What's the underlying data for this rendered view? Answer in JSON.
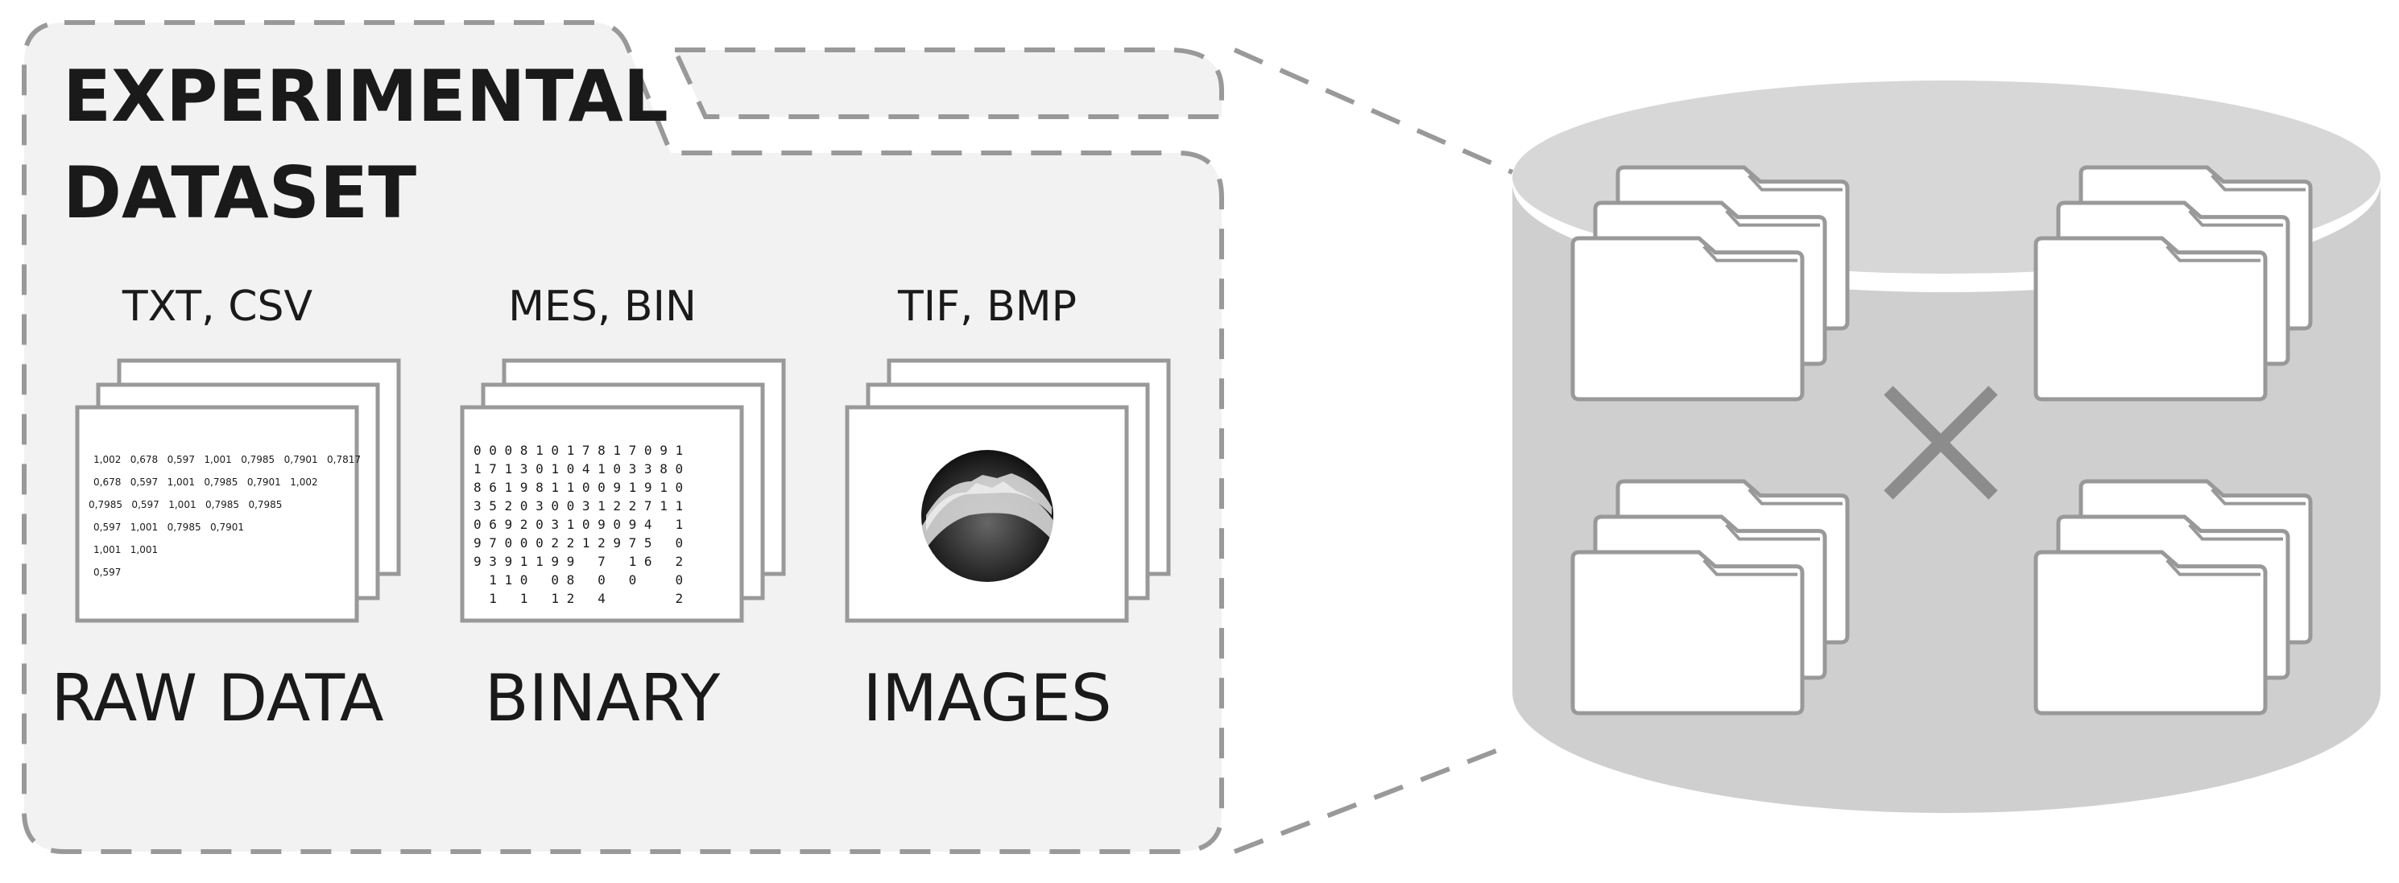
{
  "dataset": {
    "title_line1": "EXPERIMENTAL",
    "title_line2": "DATASET"
  },
  "categories": [
    {
      "formats": "TXT, CSV",
      "label": "RAW DATA",
      "content_type": "numbers",
      "rows": [
        "1,002   0,678   0,597   1,001   0,7985   0,7901   0,7817",
        "0,678   0,597   1,001   0,7985   0,7901   1,002",
        "0,7985   0,597   1,001   0,7985   0,7985",
        "0,597   1,001   0,7985   0,7901",
        "1,001   1,001",
        "0,597"
      ]
    },
    {
      "formats": "MES, BIN",
      "label": "BINARY",
      "content_type": "binary",
      "rows": [
        "0 0 0 8 1 0 1 7 8 1 7 0 9 1",
        "1 7 1 3 0 1 0 4 1 0 3 3 8 0",
        "8 6 1 9 8 1 1 0 0 9 1 9 1 0",
        "3 5 2 0 3 0 0 3 1 2 2 7 1 1",
        "0 6 9 2 0 3 1 0 9 0 9 4   1",
        "9 7 0 0 0 2 2 1 2 9 7 5   0",
        "9 3 9 1 1 9 9   7   1 6   2",
        "  1 1 0   0 8   0   0     0",
        "  1   1   1 2   4         2"
      ]
    },
    {
      "formats": "TIF, BMP",
      "label": "IMAGES",
      "content_type": "image"
    }
  ],
  "colors": {
    "panel_fill": "#f2f2f2",
    "dash_stroke": "#999999",
    "doc_stroke": "#999999",
    "cylinder_body": "#cfcfd0",
    "cylinder_top": "#d7d7d8",
    "cross": "#8c8c8c",
    "text": "#1a1a1a"
  },
  "icons": {
    "connector": "dashed-connector-lines",
    "storage": "database-cylinder-icon",
    "folders": "folder-stack-icon",
    "cross": "x-mark-icon",
    "image_content": "xray-circle-image"
  }
}
